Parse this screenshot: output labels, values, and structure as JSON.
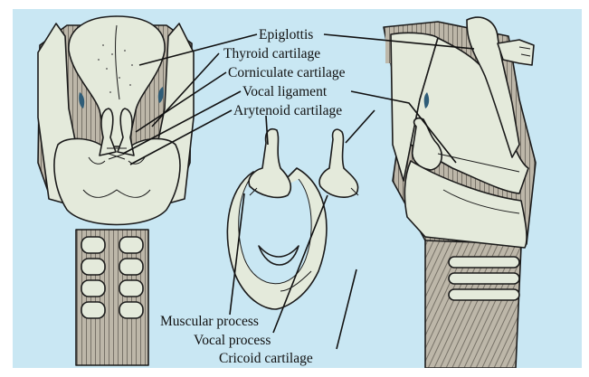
{
  "colors": {
    "background": "#c9e7f3",
    "cartilage": "#e4eadb",
    "tissue": "#bdb7a9",
    "line": "#111111"
  },
  "labels": {
    "epiglottis": "Epiglottis",
    "thyroid_cartilage": "Thyroid cartilage",
    "corniculate_cartilage": "Corniculate cartilage",
    "vocal_ligament": "Vocal ligament",
    "arytenoid_cartilage": "Arytenoid cartilage",
    "muscular_process": "Muscular process",
    "vocal_process": "Vocal process",
    "cricoid_cartilage": "Cricoid cartilage"
  }
}
